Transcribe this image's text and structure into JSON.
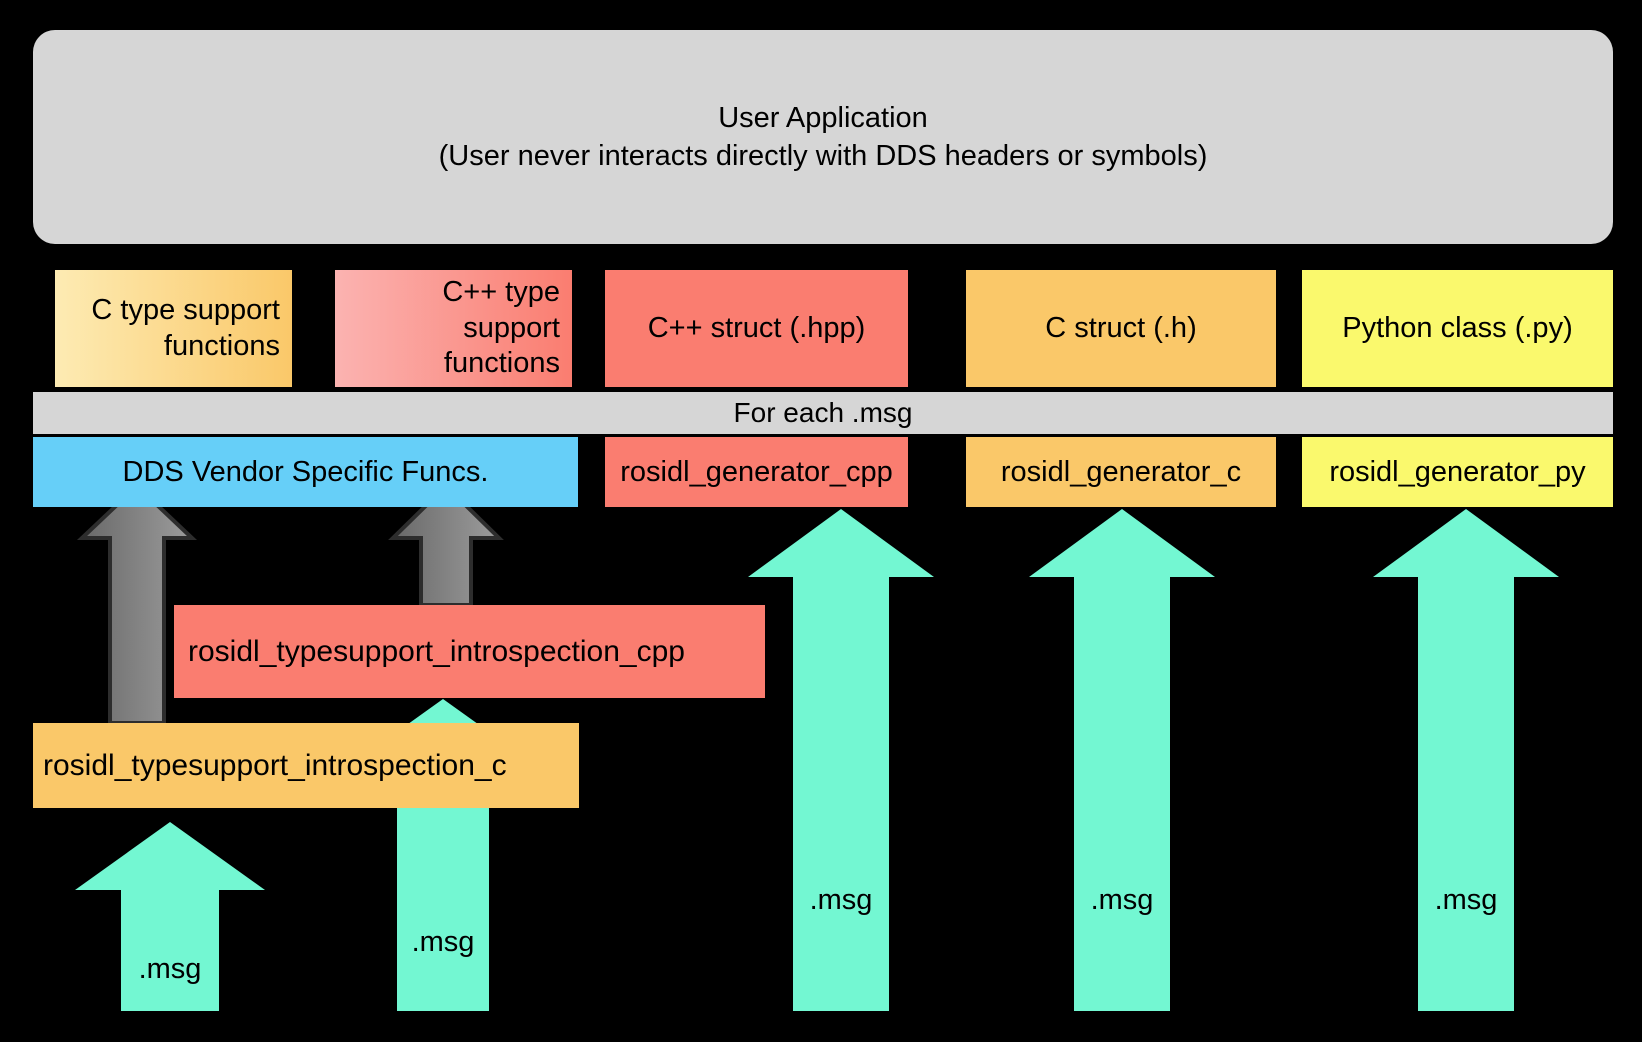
{
  "colors": {
    "background": "#000000",
    "gray_panel": "#D6D6D6",
    "red": "#FA7D70",
    "orange": "#FAC869",
    "yellow": "#FAF96D",
    "blue": "#66CFF8",
    "teal": "#73F7D2",
    "cream": "#FDEBB3",
    "pink": "#FBB3B1",
    "gray_arrow_dark": "#696969",
    "gray_arrow_light": "#9C9C9C",
    "gray_arrow_outline": "#2D2D2D",
    "text": "#000000"
  },
  "user_application": {
    "title": "User Application",
    "subtitle": "(User never interacts directly with DDS headers or symbols)"
  },
  "output_row": {
    "c_type_support": {
      "lines": [
        "C type support",
        "functions"
      ]
    },
    "cpp_type_support": {
      "lines": [
        "C++ type",
        "support",
        "functions"
      ]
    },
    "cpp_struct": {
      "label": "C++ struct (.hpp)"
    },
    "c_struct": {
      "label": "C struct (.h)"
    },
    "python_class": {
      "label": "Python class (.py)"
    }
  },
  "for_each_band": {
    "label": "For each .msg"
  },
  "generator_row": {
    "dds_vendor": {
      "label": "DDS Vendor Specific Funcs."
    },
    "generator_cpp": {
      "label": "rosidl_generator_cpp"
    },
    "generator_c": {
      "label": "rosidl_generator_c"
    },
    "generator_py": {
      "label": "rosidl_generator_py"
    }
  },
  "typesupport_boxes": {
    "introspection_cpp": {
      "label": "rosidl_typesupport_introspection_cpp"
    },
    "introspection_c": {
      "label": "rosidl_typesupport_introspection_c"
    }
  },
  "msg_arrows": [
    {
      "label": ".msg",
      "to": "rosidl_typesupport_introspection_c"
    },
    {
      "label": ".msg",
      "to": "rosidl_typesupport_introspection_cpp"
    },
    {
      "label": ".msg",
      "to": "rosidl_generator_cpp"
    },
    {
      "label": ".msg",
      "to": "rosidl_generator_c"
    },
    {
      "label": ".msg",
      "to": "rosidl_generator_py"
    }
  ],
  "gray_edges": [
    {
      "from": "rosidl_typesupport_introspection_c",
      "to": "DDS Vendor Specific Funcs."
    },
    {
      "from": "rosidl_typesupport_introspection_cpp",
      "to": "DDS Vendor Specific Funcs."
    }
  ]
}
